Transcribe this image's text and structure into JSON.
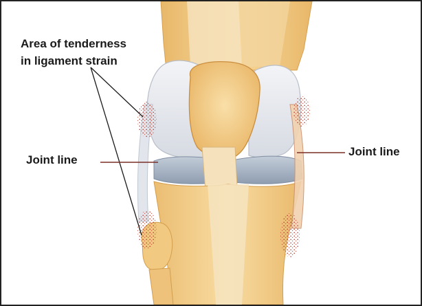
{
  "labels": {
    "tenderness_line1": "Area of tenderness",
    "tenderness_line2": "in ligament strain",
    "joint_line_left": "Joint line",
    "joint_line_right": "Joint line"
  },
  "colors": {
    "bone": "#f2cf8e",
    "bone_light": "#fae4b4",
    "bone_shadow": "#e2ae60",
    "cartilage": "#e6e8ec",
    "meniscus": "#a9b6c6",
    "ligament": "#f0d4a8",
    "tenderness_dots": "#b83a2e",
    "pointer_line_left": "#7a2f26",
    "pointer_line_right": "#7a2f26",
    "leader_line": "#1a1a1a",
    "border": "#222222"
  },
  "icons": {
    "illustration": "knee-anatomy-illustration"
  }
}
